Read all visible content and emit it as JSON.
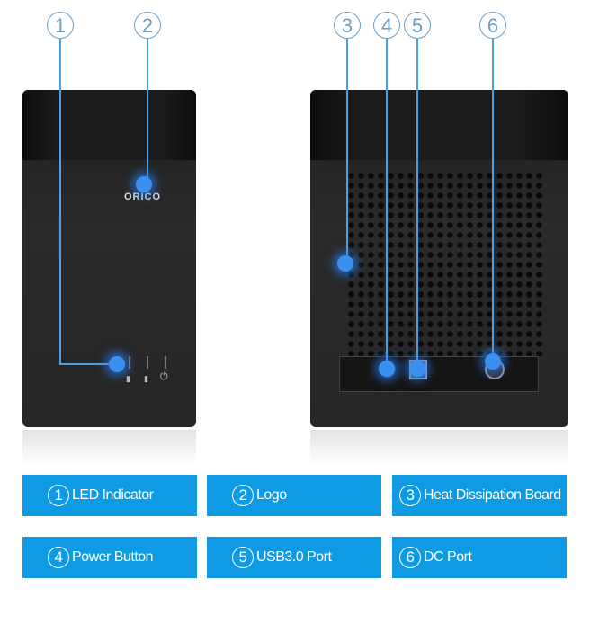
{
  "callouts": [
    "1",
    "2",
    "3",
    "4",
    "5",
    "6"
  ],
  "logo": "ORICO",
  "labels": [
    {
      "num": "1",
      "text": "LED Indicator"
    },
    {
      "num": "2",
      "text": "Logo"
    },
    {
      "num": "3",
      "text": "Heat Dissipation Board"
    },
    {
      "num": "4",
      "text": "Power Button"
    },
    {
      "num": "5",
      "text": "USB3.0 Port"
    },
    {
      "num": "6",
      "text": "DC Port"
    }
  ],
  "colors": {
    "accent": "#0f9be3",
    "glow": "#3b8ff0"
  }
}
